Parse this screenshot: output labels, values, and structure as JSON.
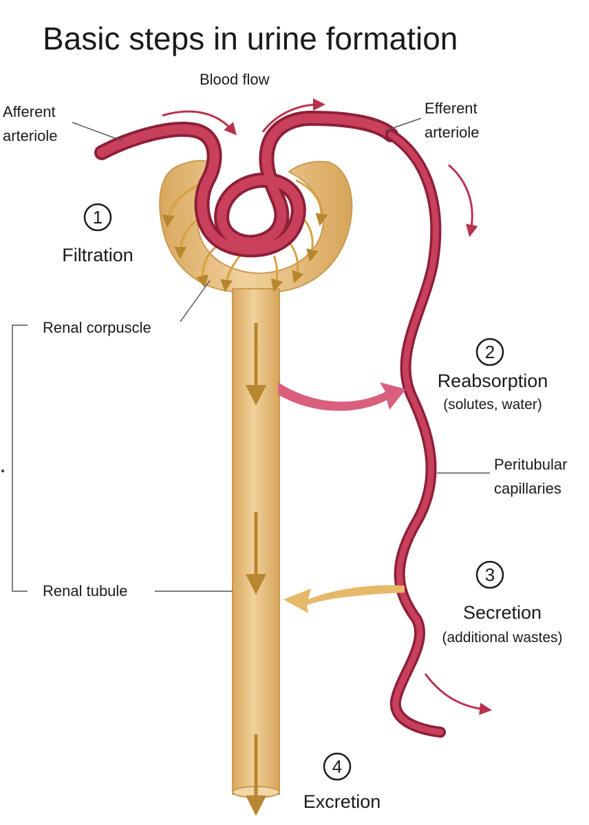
{
  "title": "Basic steps in urine formation",
  "labels": {
    "blood_flow": "Blood flow",
    "afferent_1": "Afferent",
    "afferent_2": "arteriole",
    "efferent_1": "Efferent",
    "efferent_2": "arteriole",
    "renal_corpuscle": "Renal corpuscle",
    "renal_tubule": "Renal tubule",
    "peritubular_1": "Peritubular",
    "peritubular_2": "capillaries"
  },
  "steps": [
    {
      "number": "1",
      "name": "Filtration",
      "detail": ""
    },
    {
      "number": "2",
      "name": "Reabsorption",
      "detail": "(solutes, water)"
    },
    {
      "number": "3",
      "name": "Secretion",
      "detail": "(additional wastes)"
    },
    {
      "number": "4",
      "name": "Excretion",
      "detail": ""
    }
  ],
  "colors": {
    "vessel": "#b8324d",
    "vessel_light": "#e07088",
    "tubule": "#e9c48c",
    "tubule_edge": "#c99a52",
    "tubule_arrow": "#b8862f",
    "reabsorption_arrow": "#d9607d",
    "secretion_arrow": "#e8b86a",
    "capsule": "#f3d6a6"
  }
}
